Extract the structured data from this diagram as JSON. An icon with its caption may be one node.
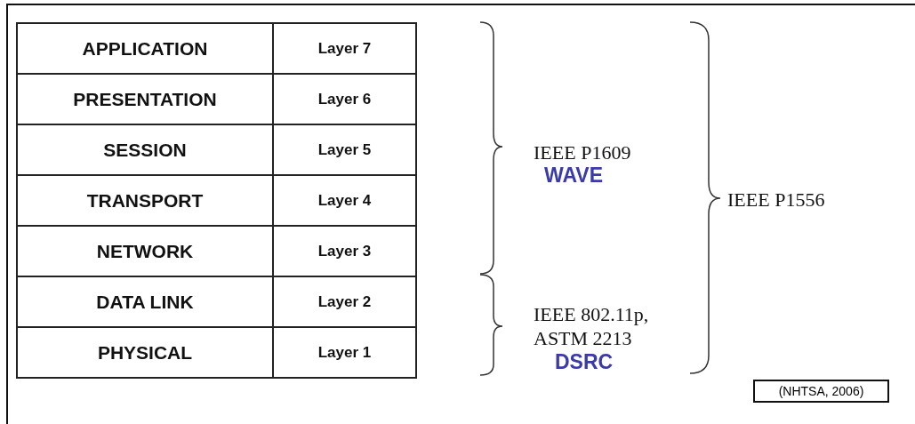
{
  "diagram": {
    "nodes": [
      {
        "text": [
          "(NHTSA, 2006)"
        ]
      }
    ],
    "edges": [],
    "labels": [
      "APPLICATION",
      "Layer 7",
      "PRESENTATION",
      "Layer 6",
      "SESSION",
      "Layer 5",
      "TRANSPORT",
      "Layer 4",
      "NETWORK",
      "Layer 3",
      "DATA LINK",
      "Layer 2",
      "PHYSICAL",
      "Layer 1",
      "IEEE P1609",
      "WAVE",
      "IEEE P1556",
      "IEEE 802.11p, ASTM 2213",
      "DSRC"
    ]
  }
}
